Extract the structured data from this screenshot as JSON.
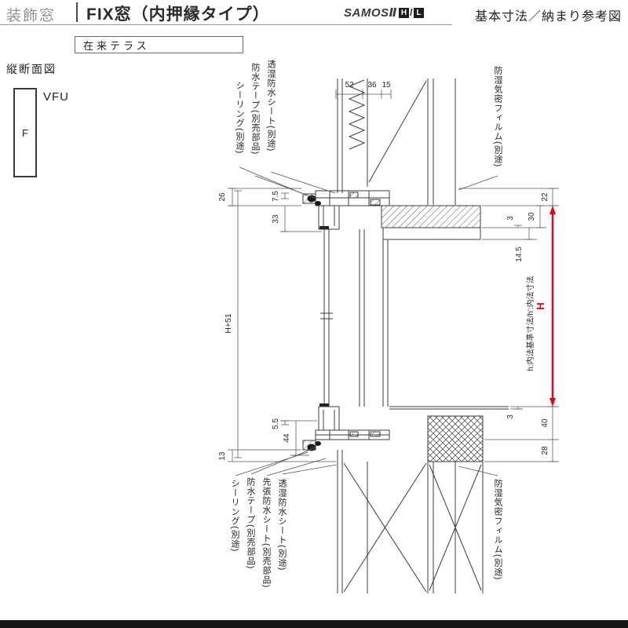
{
  "header": {
    "category": "装飾窓",
    "title": "FIX窓（内押縁タイプ）",
    "brand": "SAMOSⅡ",
    "badge_h": "H",
    "badge_slash": "/",
    "badge_l": "L",
    "subtitle": "基本寸法／納まり参考図"
  },
  "labels": {
    "series": "在来テラス",
    "section": "縦断面図",
    "symbol_letter": "F",
    "symbol_code": "VFU"
  },
  "materials": {
    "t1": "シーリング(別途)",
    "t2": "防水テープ(別売部品)",
    "t3": "透湿防水シート(別途)",
    "tr": "防湿気密フィルム(別途)",
    "b1": "シーリング(別途)",
    "b2": "防水テープ(別売部品)",
    "b3": "先張防水シート(別売部品)",
    "b4": "透湿防水シート(別途)",
    "br": "防湿気密フィルム(別途)"
  },
  "dims": {
    "w52": "52",
    "w36": "36",
    "w15": "15",
    "left26": "26",
    "left75": "7.5",
    "left33": "33",
    "h51": "H+51",
    "right22": "22",
    "right30": "30",
    "right3a": "3",
    "right145": "14.5",
    "big_h": "H",
    "inner": "h:内法基準寸法/h':内法寸法",
    "left55": "5.5",
    "left44": "44",
    "left13": "13",
    "right3b": "3",
    "right40": "40",
    "right28": "28"
  },
  "colors": {
    "accent_red": "#e60012",
    "line": "#3c3c3c"
  }
}
